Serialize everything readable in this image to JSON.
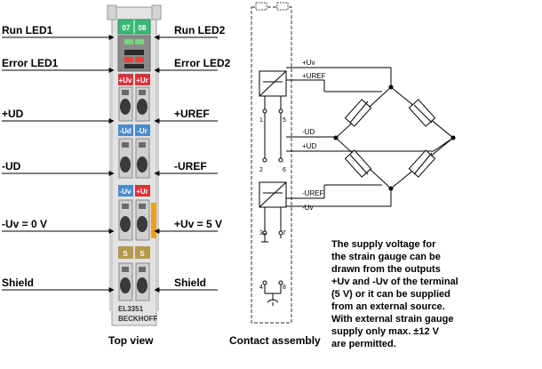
{
  "left_labels": {
    "run_led1": "Run LED1",
    "error_led1": "Error LED1",
    "plus_ud": "+UD",
    "minus_ud": "-UD",
    "minus_uv": "-Uv = 0 V",
    "shield": "Shield"
  },
  "right_labels": {
    "run_led2": "Run LED2",
    "error_led2": "Error LED2",
    "plus_uref": "+UREF",
    "minus_uref": "-UREF",
    "plus_uv": "+Uv = 5 V",
    "shield": "Shield"
  },
  "terminal": {
    "led_top_left": "07",
    "led_top_right": "08",
    "tag_red_1a": "+Uv",
    "tag_red_1b": "+Ur",
    "tag_blue_1a": "-Ud",
    "tag_blue_1b": "-Ur",
    "tag_blue_2a": "-Uv",
    "tag_red_2b": "+Ur",
    "tag_shield_a": "S",
    "tag_shield_b": "S",
    "model": "EL3351",
    "brand": "BECKHOFF"
  },
  "contact_signals": {
    "plus_uv": "+Uv",
    "plus_uref": "+UREF",
    "minus_ud": "-UD",
    "plus_ud": "+UD",
    "minus_uref": "-UREF",
    "minus_uv": "-Uv"
  },
  "pins": [
    "1",
    "5",
    "2",
    "6",
    "3",
    "7",
    "4",
    "8"
  ],
  "captions": {
    "top_view": "Top view",
    "contact_assembly": "Contact assembly"
  },
  "note_lines": [
    "The supply voltage for",
    "the strain gauge can be",
    "drawn from the outputs",
    "+Uv and -Uv of the terminal",
    "(5 V) or it can be supplied",
    "from an external source.",
    "With external strain gauge",
    "supply only max. ±12 V",
    "are permitted."
  ],
  "colors": {
    "led_green": "#3cb878",
    "tag_red": "#d8323c",
    "tag_blue": "#4a8ccc",
    "tag_olive": "#b49a4a",
    "accent_orange": "#e8a020",
    "terminal_body": "#e2e2e2"
  }
}
